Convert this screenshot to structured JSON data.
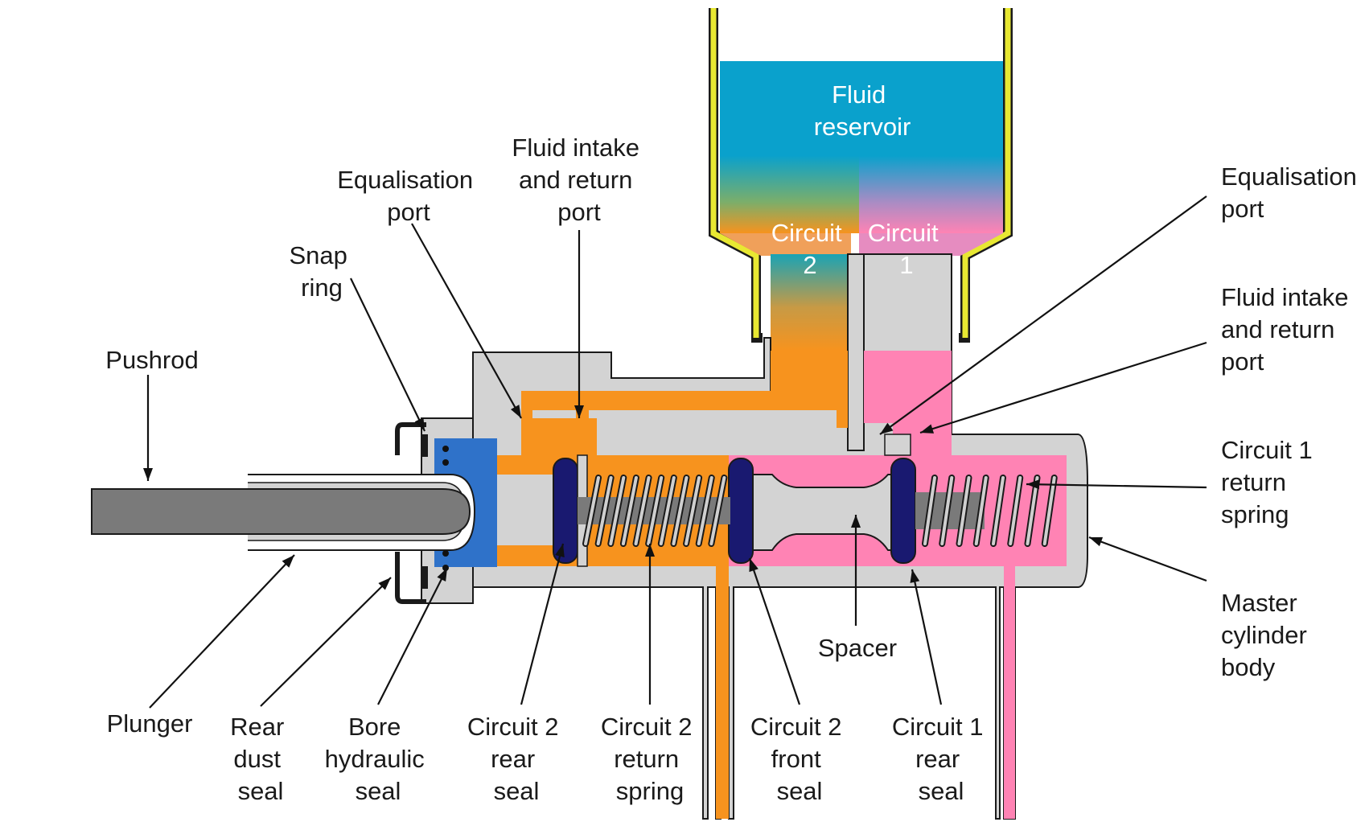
{
  "colors": {
    "body": "#d3d3d3",
    "outline": "#1a1a1a",
    "circuit2_fluid": "#f7931e",
    "circuit1_fluid": "#ff83b4",
    "reservoir_fluid": "#0aa1cc",
    "reservoir_wall": "#e8e832",
    "bore_seal": "#2f72c9",
    "piston_seal": "#191970",
    "pushrod": "#7a7a7a",
    "spring": "#cfcfcf"
  },
  "labels": {
    "fluid_reservoir": [
      "Fluid",
      "reservoir"
    ],
    "circuit_2_tank": [
      "Circuit",
      "2"
    ],
    "circuit_1_tank": [
      "Circuit",
      "1"
    ],
    "pushrod": [
      "Pushrod"
    ],
    "snap_ring": [
      "Snap",
      "ring"
    ],
    "equalisation_port_left": [
      "Equalisation",
      "port"
    ],
    "fluid_intake_left": [
      "Fluid intake",
      "and return",
      "port"
    ],
    "equalisation_port_right": [
      "Equalisation",
      "port"
    ],
    "fluid_intake_right": [
      "Fluid intake",
      "and return",
      "port"
    ],
    "circuit1_return_spring": [
      "Circuit 1",
      "return",
      "spring"
    ],
    "master_cylinder_body": [
      "Master",
      "cylinder",
      "body"
    ],
    "spacer": [
      "Spacer"
    ],
    "plunger": [
      "Plunger"
    ],
    "rear_dust_seal": [
      "Rear",
      "dust",
      "seal"
    ],
    "bore_hydraulic_seal": [
      "Bore",
      "hydraulic",
      "seal"
    ],
    "circuit2_rear_seal": [
      "Circuit 2",
      "rear",
      "seal"
    ],
    "circuit2_return_spring": [
      "Circuit 2",
      "return",
      "spring"
    ],
    "circuit2_front_seal": [
      "Circuit 2",
      "front",
      "seal"
    ],
    "circuit1_rear_seal": [
      "Circuit 1",
      "rear",
      "seal"
    ]
  }
}
